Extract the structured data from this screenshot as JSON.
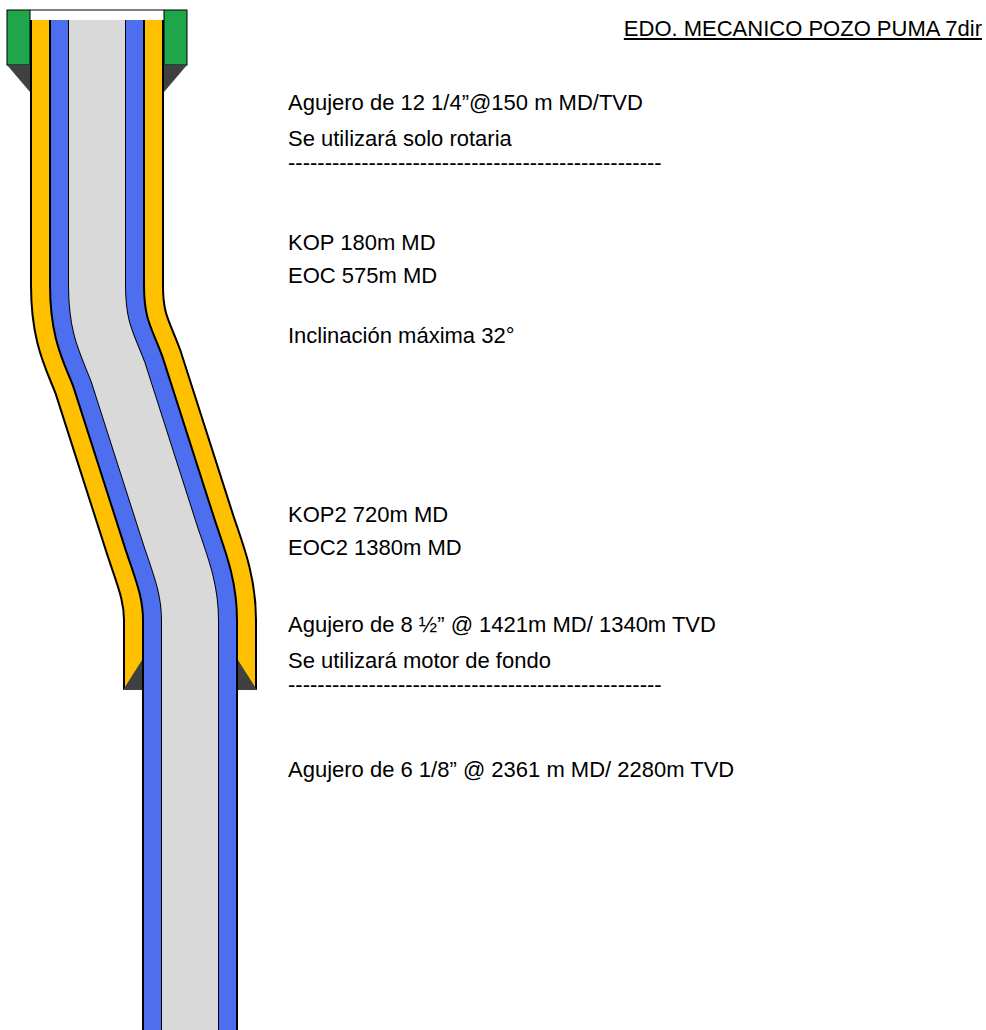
{
  "diagram": {
    "title": "EDO. MECANICO POZO PUMA 7dir",
    "labels": [
      "Agujero de 12 1/4”@150 m MD/TVD",
      "Se utilizará solo rotaria",
      "---------------------------------------------------",
      "KOP 180m MD",
      "EOC 575m MD",
      "Inclinación máxima 32°",
      "KOP2 720m MD",
      "EOC2 1380m MD",
      "Agujero de 8 ½” @ 1421m MD/ 1340m TVD",
      "Se utilizará motor de fondo",
      "---------------------------------------------------",
      "Agujero de 6 1/8” @ 2361 m MD/ 2280m TVD"
    ]
  }
}
